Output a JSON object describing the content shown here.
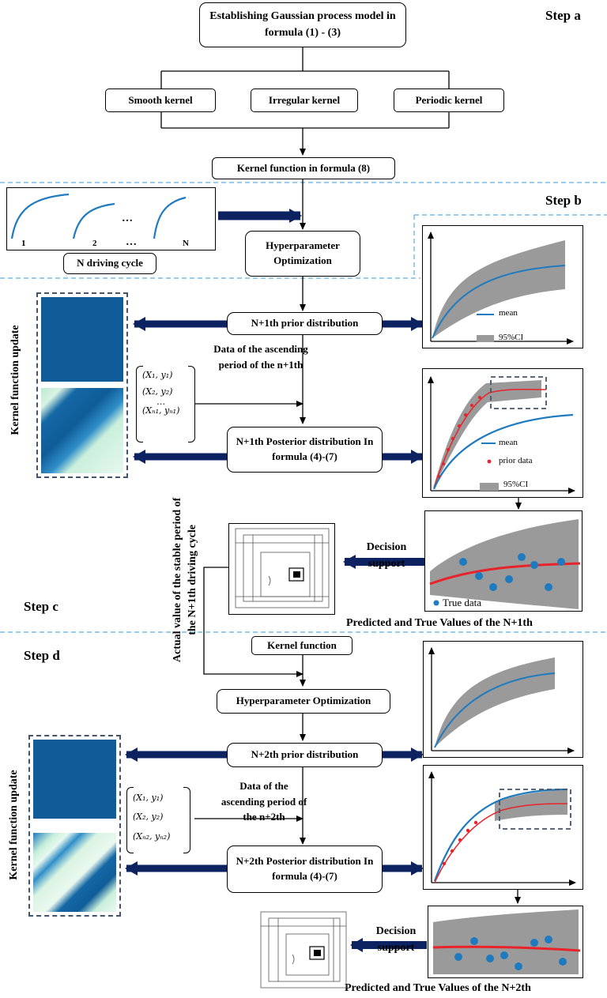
{
  "steps": {
    "a": "Step a",
    "b": "Step b",
    "c": "Step c",
    "d": "Step d"
  },
  "boxes": {
    "gp_model": "Establishing Gaussian process model in formula (1) - (3)",
    "smooth": "Smooth kernel",
    "irregular": "Irregular kernel",
    "periodic": "Periodic kernel",
    "kernel_fn8": "Kernel function  in formula (8)",
    "hyper1": "Hyperparameter Optimization",
    "prior1": "N+1th prior distribution",
    "post1": "N+1th Posterior distribution In formula (4)-(7)",
    "kernel2": "Kernel function",
    "hyper2": "Hyperparameter Optimization",
    "prior2": "N+2th prior distribution",
    "post2": "N+2th Posterior distribution In formula (4)-(7)"
  },
  "driving": {
    "label": "N driving cycle",
    "num1": "1",
    "num2": "2",
    "numN": "N",
    "dots1": "…",
    "dots2": "…"
  },
  "labels": {
    "data1": "Data of the ascending period of the n+1th",
    "data2": "Data of the ascending period of the n+2th",
    "decision1": "Decision support",
    "decision2": "Decision support",
    "kernel_update1": "Kernel function update",
    "kernel_update2": "Kernel function update",
    "actual_value": "Actual value of the stable period of the N+1th driving cycle",
    "pred1": "Predicted and True Values of the N+1th",
    "pred2": "Predicted and True Values of the N+2th"
  },
  "matrix1": {
    "r1": "(X₁,  y₁)",
    "r2": "(X₂,  y₂)",
    "dots": "…",
    "r3": "(Xₙ₁,  yₙ₁)"
  },
  "matrix2": {
    "r1": "(X₁,  y₁)",
    "r2": "(X₂,  y₂)",
    "r3": "(Xₙ₂,  yₙ₂)"
  },
  "legend": {
    "mean1": "mean",
    "ci1": "95%CI",
    "mean2": "mean",
    "prior2": "prior data",
    "ci2": "95%CI",
    "true1": "True data"
  },
  "colors": {
    "blue": "#1f7bbf",
    "navy": "#0d2261",
    "gray": "#9a9a9a",
    "red": "#e8232a",
    "dash": "#3a9ad9"
  }
}
